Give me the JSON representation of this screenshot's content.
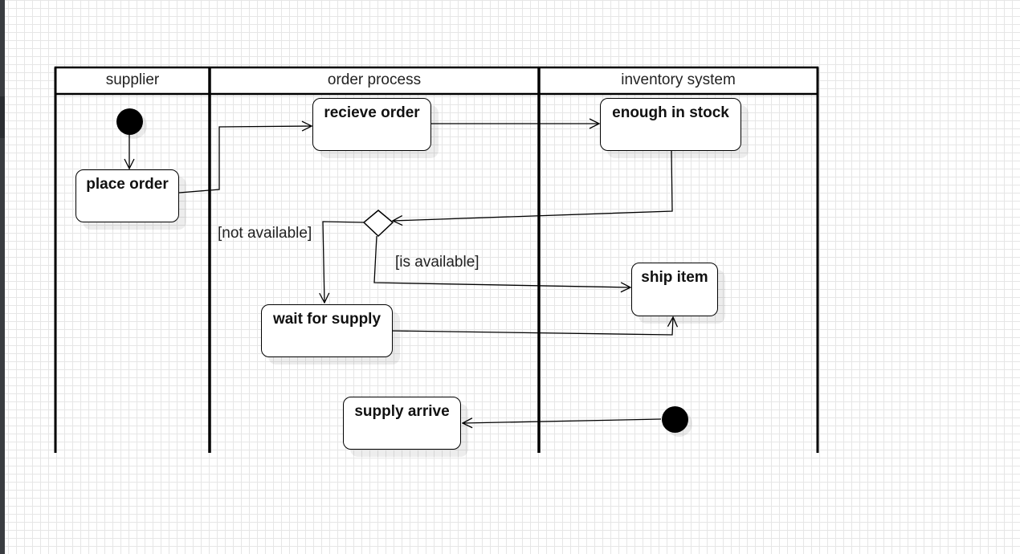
{
  "diagram": {
    "lanes": [
      {
        "name": "supplier"
      },
      {
        "name": "order process"
      },
      {
        "name": "inventory system"
      }
    ],
    "states": {
      "place_order": "place order",
      "recieve_order": "recieve order",
      "enough_in_stock": "enough in stock",
      "ship_item": "ship item",
      "wait_for_supply": "wait for supply",
      "supply_arrive": "supply arrive"
    },
    "guards": {
      "not_available": "[not available]",
      "is_available": "[is available]"
    },
    "transitions": [
      {
        "from": "initial-node",
        "to": "place order"
      },
      {
        "from": "place order",
        "to": "recieve order"
      },
      {
        "from": "recieve order",
        "to": "enough in stock"
      },
      {
        "from": "enough in stock",
        "to": "decision"
      },
      {
        "from": "decision",
        "to": "wait for supply",
        "guard": "[not available]"
      },
      {
        "from": "decision",
        "to": "ship item",
        "guard": "[is available]"
      },
      {
        "from": "wait for supply",
        "to": "ship item"
      },
      {
        "from": "second-initial-node",
        "to": "supply arrive"
      }
    ]
  }
}
